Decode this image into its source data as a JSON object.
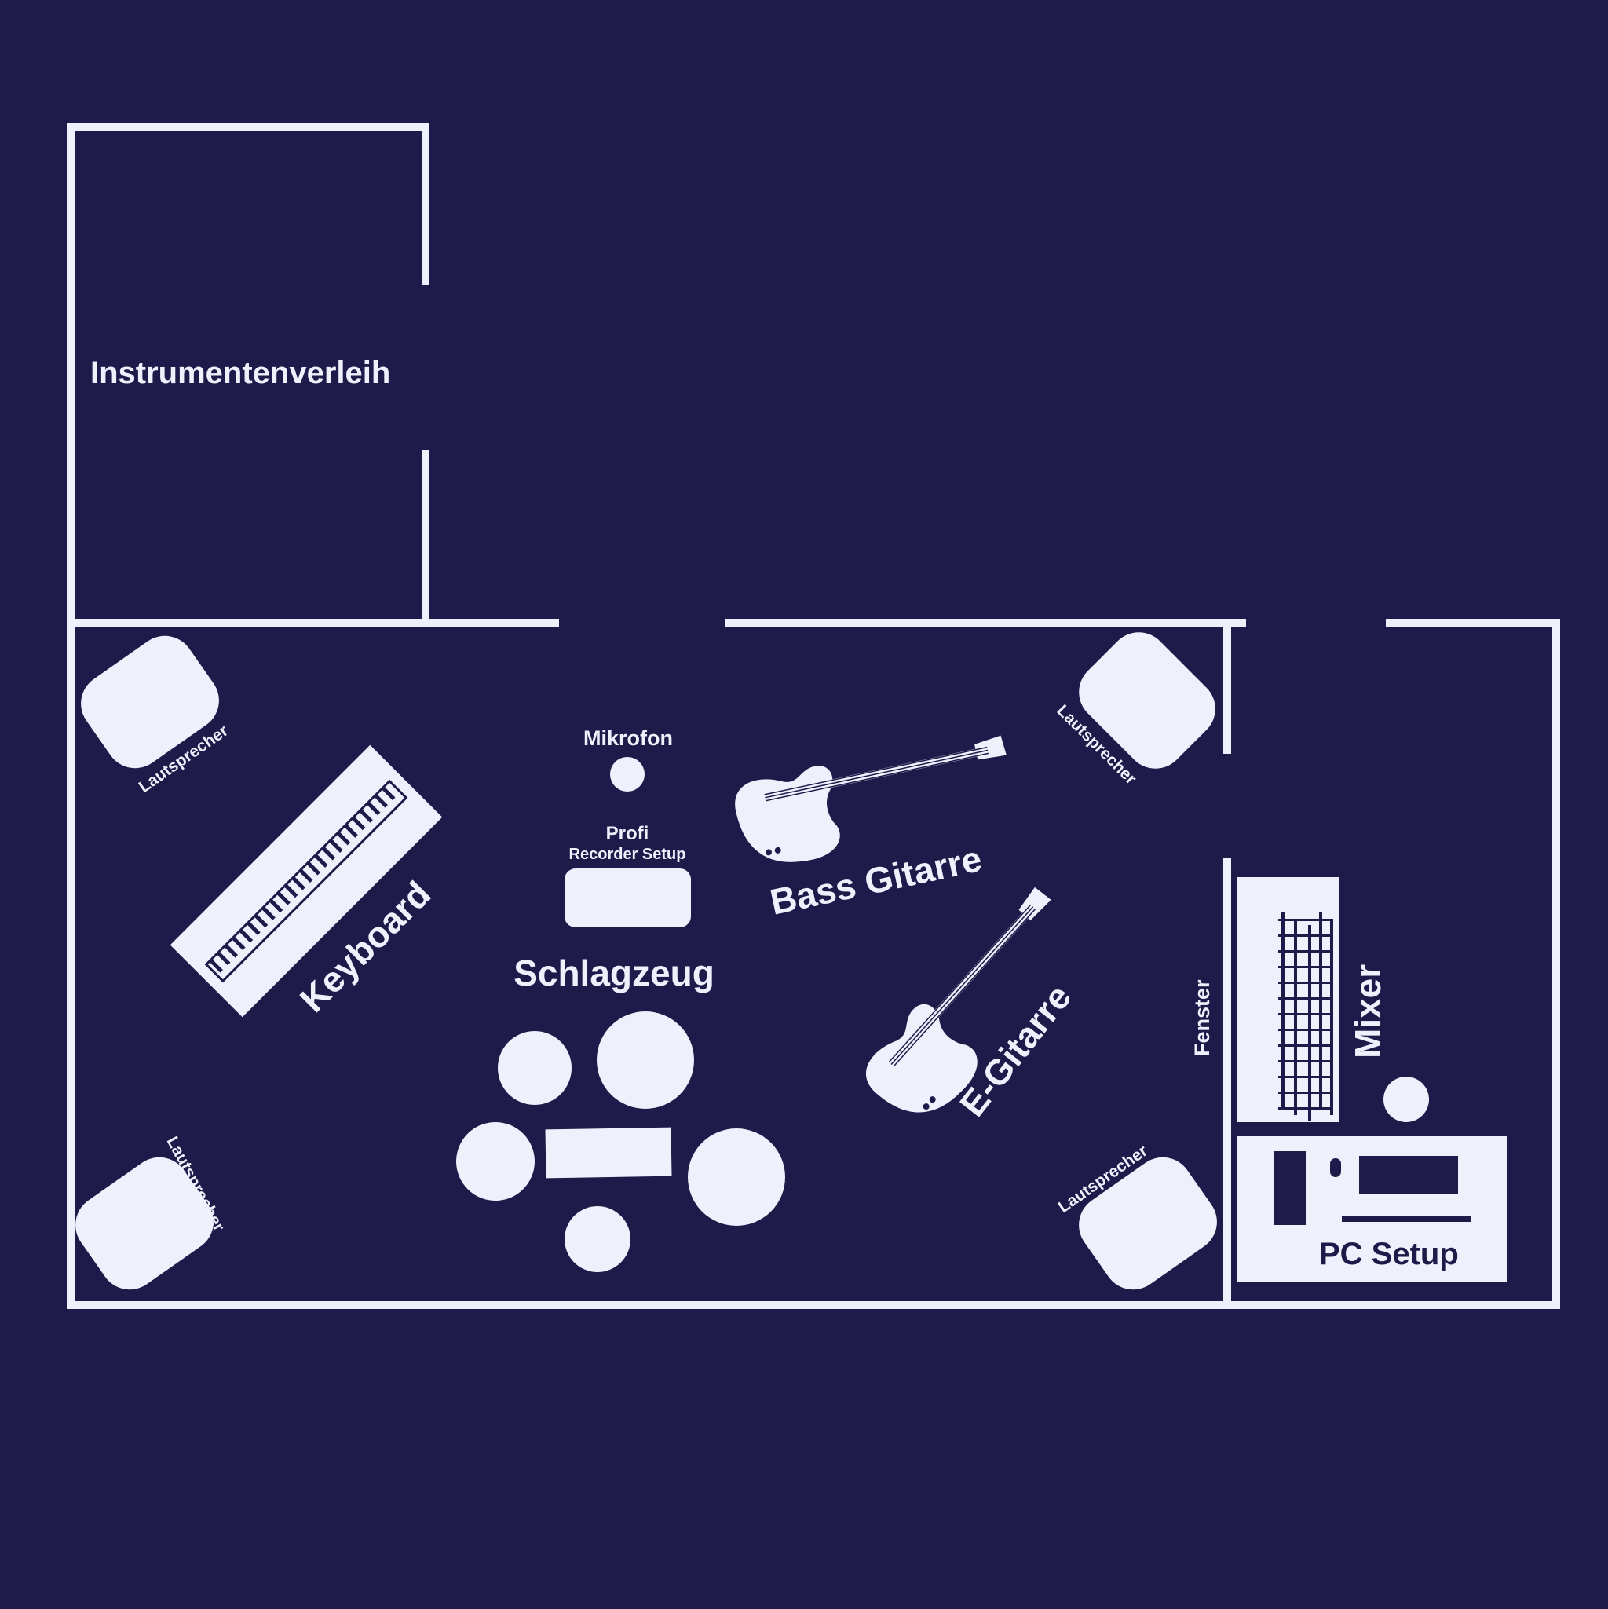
{
  "colors": {
    "background": "#1e1a4a",
    "foreground": "#eef0fb"
  },
  "rooms": {
    "instrument_rental": "Instrumentenverleih"
  },
  "labels": {
    "speaker_top_left": "Lautsprecher",
    "speaker_top_right": "Lautsprecher",
    "speaker_bottom_left": "Lautsprecher",
    "speaker_bottom_right": "Lautsprecher",
    "keyboard": "Keyboard",
    "microphone": "Mikrofon",
    "recorder_line1": "Profi",
    "recorder_line2": "Recorder Setup",
    "drums": "Schlagzeug",
    "bass_guitar": "Bass Gitarre",
    "electric_guitar": "E-Gitarre",
    "window": "Fenster",
    "mixer": "Mixer",
    "pc_setup": "PC Setup"
  },
  "icons": [
    "speaker-icon",
    "keyboard-icon",
    "microphone-icon",
    "recorder-icon",
    "drum-kit-icon",
    "guitar-icon",
    "mixer-icon",
    "pc-icon"
  ]
}
